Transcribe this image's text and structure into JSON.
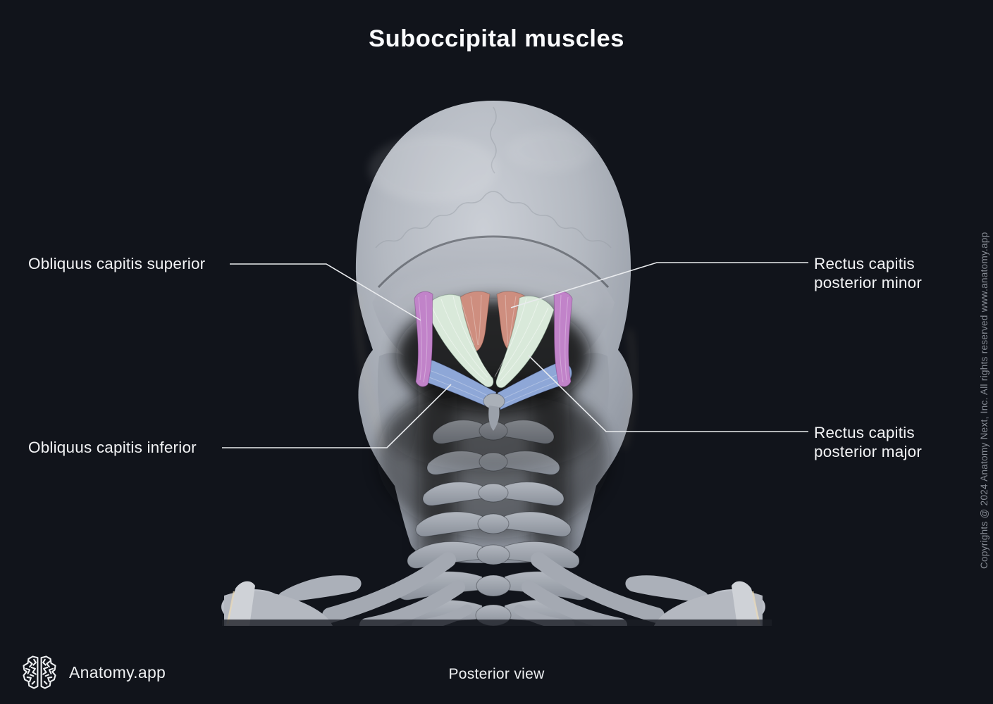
{
  "title": "Suboccipital muscles",
  "view_label": "Posterior view",
  "brand": {
    "name": "Anatomy.app"
  },
  "copyright": "Copyrights @ 2024 Anatomy Next, Inc. All rights reserved www.anatomy.app",
  "labels": [
    {
      "text": "Obliquus capitis superior",
      "side": "left"
    },
    {
      "text": "Obliquus capitis inferior",
      "side": "left"
    },
    {
      "text": "Rectus capitis posterior minor",
      "side": "right"
    },
    {
      "text": "Rectus capitis posterior major",
      "side": "right"
    }
  ],
  "muscles": [
    {
      "name": "Obliquus capitis superior",
      "color": "#c183c9"
    },
    {
      "name": "Obliquus capitis inferior",
      "color": "#8ea7d7"
    },
    {
      "name": "Rectus capitis posterior minor",
      "color": "#ce8e7f"
    },
    {
      "name": "Rectus capitis posterior major",
      "color": "#d9e9da"
    }
  ],
  "colors": {
    "background": "#11141b",
    "text": "#f2f3f5",
    "muted_text": "#878c95",
    "leader_line": "#e9ebee",
    "bone": "#b4b9c1"
  },
  "illustration": {
    "subject": "Posterior view of skull and cervical spine with highlighted suboccipital muscles"
  }
}
